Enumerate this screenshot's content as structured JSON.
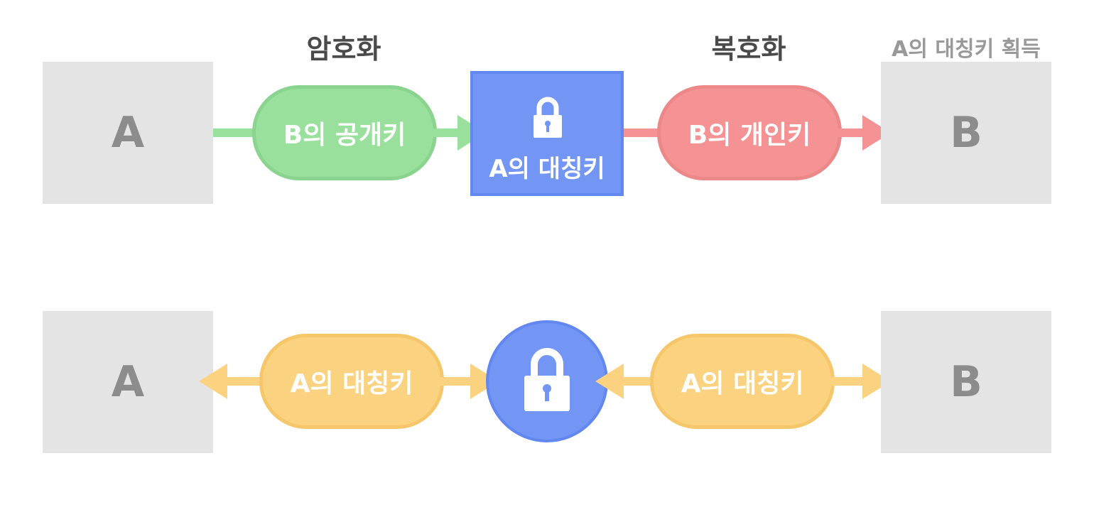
{
  "top": {
    "encrypt_label": "암호화",
    "decrypt_label": "복호화",
    "acquire_label": "A의 대칭키 획득",
    "party_a": "A",
    "party_b": "B",
    "public_key_label": "B의 공개키",
    "symmetric_key_label": "A의 대칭키",
    "private_key_label": "B의 개인키"
  },
  "bottom": {
    "party_a": "A",
    "party_b": "B",
    "left_key_label": "A의 대칭키",
    "right_key_label": "A의 대칭키"
  },
  "colors": {
    "green": "#98e09c",
    "red": "#f59394",
    "blue": "#7396f5",
    "yellow": "#fbd27f",
    "gray_box": "#e4e4e4"
  },
  "icons": [
    "lock-icon",
    "lock-icon"
  ]
}
